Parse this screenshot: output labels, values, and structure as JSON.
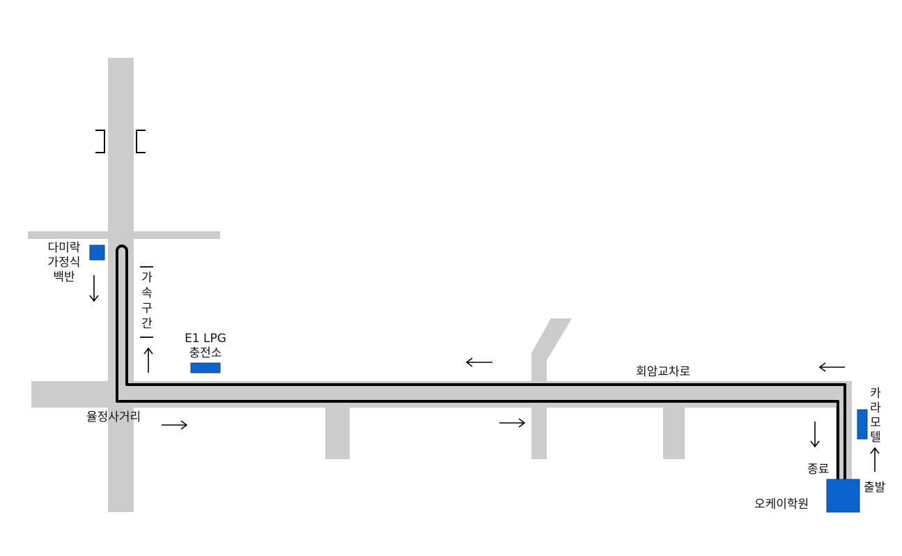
{
  "map": {
    "labels": {
      "restaurant": [
        "다미락",
        "가정식",
        "백반"
      ],
      "speed_zone": "가속구간",
      "lpg_station": [
        "E1 LPG",
        "충전소"
      ],
      "road_name": "회암교차로",
      "intersection": "율정사거리",
      "motel": "카라모텔",
      "end": "종료",
      "start": "출발",
      "academy": "오케이학원"
    },
    "colors": {
      "road": "#cccccc",
      "building": "#0a64cc",
      "route": "#000000"
    }
  }
}
